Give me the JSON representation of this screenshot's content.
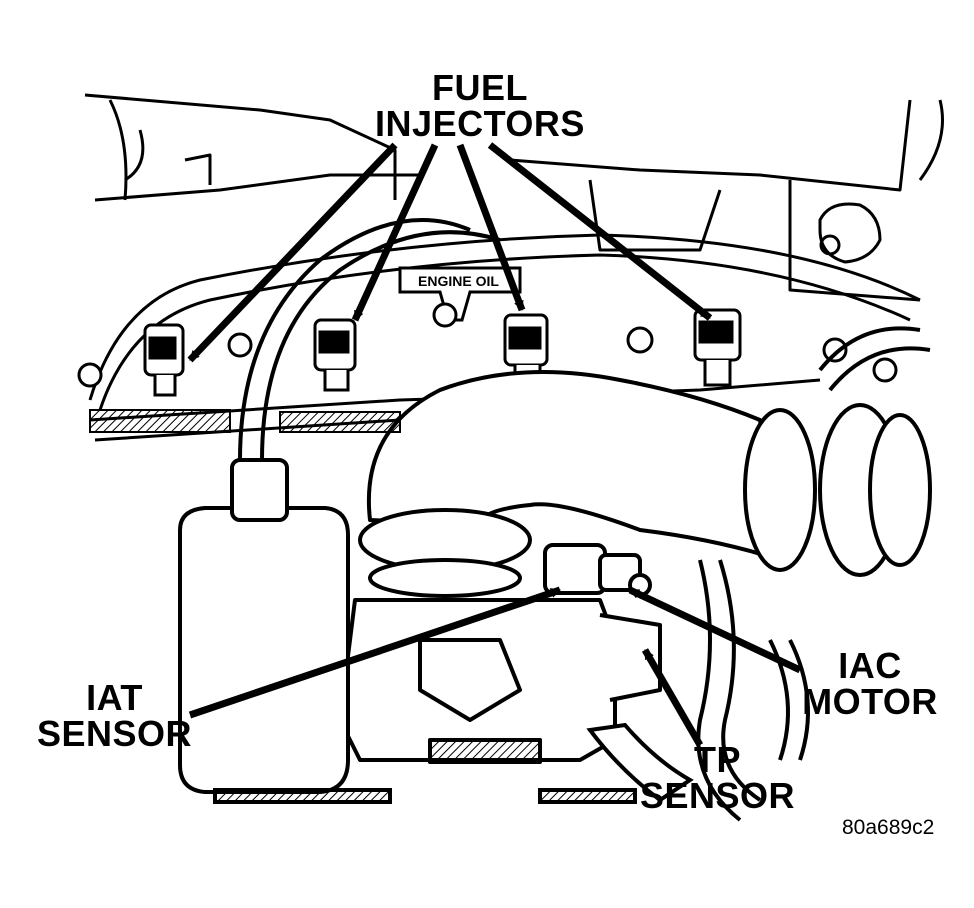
{
  "labels": {
    "fuel_injectors_line1": "FUEL",
    "fuel_injectors_line2": "INJECTORS",
    "iat_line1": "IAT",
    "iat_line2": "SENSOR",
    "iac_line1": "IAC",
    "iac_line2": "MOTOR",
    "tp_line1": "TP",
    "tp_line2": "SENSOR",
    "engine_oil": "ENGINE OIL",
    "figure_code": "80a689c2"
  },
  "colors": {
    "ink": "#000000",
    "paper": "#ffffff"
  }
}
